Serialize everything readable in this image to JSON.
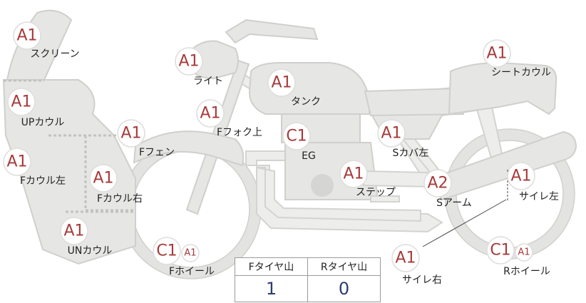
{
  "parts": [
    {
      "name": "windscreen",
      "label": "スクリーン",
      "grade": "A1"
    },
    {
      "name": "upper-cowl",
      "label": "UPカウル",
      "grade": "A1"
    },
    {
      "name": "front-cowl-left",
      "label": "Fカウル左",
      "grade": "A1"
    },
    {
      "name": "front-cowl-right",
      "label": "Fカウル右",
      "grade": "A1"
    },
    {
      "name": "under-cowl",
      "label": "UNカウル",
      "grade": "A1"
    },
    {
      "name": "light",
      "label": "ライト",
      "grade": "A1"
    },
    {
      "name": "tank",
      "label": "タンク",
      "grade": "A1"
    },
    {
      "name": "front-fork-upper",
      "label": "Fフォク上",
      "grade": "A1"
    },
    {
      "name": "front-fender",
      "label": "Fフェン",
      "grade": "A1"
    },
    {
      "name": "engine",
      "label": "EG",
      "grade": "C1"
    },
    {
      "name": "side-cover-left",
      "label": "Sカバ左",
      "grade": "A1"
    },
    {
      "name": "step",
      "label": "ステップ",
      "grade": "A1"
    },
    {
      "name": "swing-arm",
      "label": "Sアーム",
      "grade": "A2"
    },
    {
      "name": "seat-cowl",
      "label": "シートカウル",
      "grade": "A1"
    },
    {
      "name": "muffler-left",
      "label": "サイレ左",
      "grade": "A1"
    },
    {
      "name": "muffler-right",
      "label": "サイレ右",
      "grade": "A1"
    },
    {
      "name": "front-wheel",
      "label": "Fホイール",
      "grade": "C1",
      "grade_secondary": "A1"
    },
    {
      "name": "rear-wheel",
      "label": "Rホイール",
      "grade": "C1",
      "grade_secondary": "A1"
    }
  ],
  "tread": {
    "headers": [
      "Fタイヤ山",
      "Rタイヤ山"
    ],
    "values": [
      "1",
      "0"
    ]
  }
}
